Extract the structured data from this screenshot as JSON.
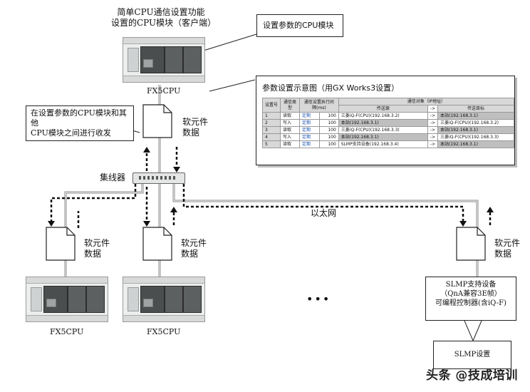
{
  "top_caption": "简单CPU通信设置功能\n设置的CPU模块（客户端）",
  "top_caption_line1": "简单CPU通信设置功能",
  "top_caption_line2": "设置的CPU模块（客户端）",
  "callout_setting_cpu": "设置参数的CPU模块",
  "cpu_label": "FX5CPU",
  "device_data_line1": "软元件",
  "device_data_line2": "数据",
  "callout_left_line1": "在设置参数的CPU模块和其他",
  "callout_left_line2": "CPU模块之间进行收发",
  "hub_label": "集线器",
  "ethernet_label": "以太网",
  "ellipsis": "•••",
  "slmp_box": {
    "line1": "SLMP支持设备",
    "line2": "（QnA兼容3E帧）",
    "line3": "可编程控制器(含iQ-F)"
  },
  "slmp_setting": "SLMP设置",
  "watermark": "头条 @技成培训",
  "table": {
    "title": "参数设置示意图（用GX Works3设置）",
    "headers": {
      "no": "设置号",
      "type": "通信类型",
      "timing": "通信设置执行间隔(ms)",
      "target": "通信对象（IP地址）",
      "source": "传送源",
      "arrow": "->",
      "dest": "传送目标"
    },
    "rows": [
      {
        "no": "1",
        "type": "读取",
        "timing": "定期",
        "interval": "100",
        "source": "三菱iQ-F(CPU)(192.168.3.2)",
        "arrow": "->",
        "dest": "本站(192.168.3.1)"
      },
      {
        "no": "2",
        "type": "写入",
        "timing": "定期",
        "interval": "100",
        "source": "本站(192.168.3.1)",
        "arrow": "->",
        "dest": "三菱iQ-F(CPU)(192.168.3.2)"
      },
      {
        "no": "3",
        "type": "读取",
        "timing": "定期",
        "interval": "100",
        "source": "三菱iQ-F(CPU)(192.168.3.3)",
        "arrow": "->",
        "dest": "本站(192.168.3.1)"
      },
      {
        "no": "4",
        "type": "写入",
        "timing": "定期",
        "interval": "100",
        "source": "本站(192.168.3.1)",
        "arrow": "->",
        "dest": "三菱iQ-F(CPU)(192.168.3.3)"
      },
      {
        "no": "5",
        "type": "读取",
        "timing": "定期",
        "interval": "100",
        "source": "SLMP支持设备(192.168.3.4)",
        "arrow": "->",
        "dest": "本站(192.168.3.1)"
      }
    ]
  }
}
